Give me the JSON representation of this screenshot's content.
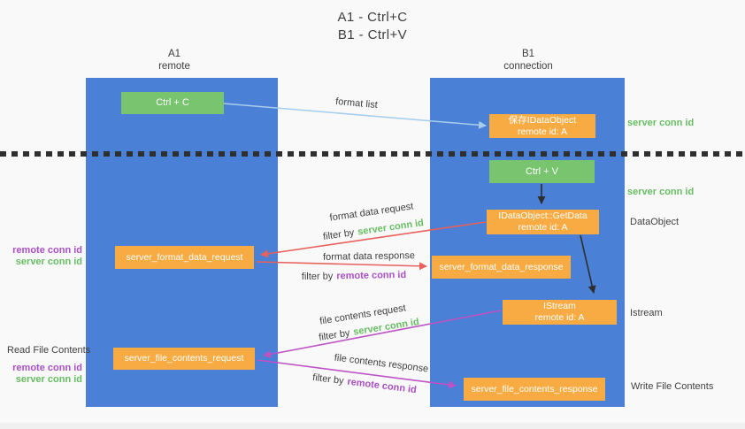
{
  "title": {
    "line1": "A1 - Ctrl+C",
    "line2": "B1 - Ctrl+V"
  },
  "lanes": {
    "left": {
      "name": "A1",
      "role": "remote"
    },
    "right": {
      "name": "B1",
      "role": "connection"
    }
  },
  "nodes": {
    "ctrl_c": {
      "label": "Ctrl + C"
    },
    "save_dataobject": {
      "line1": "保存IDataObject",
      "line2": "remote id: A"
    },
    "ctrl_v": {
      "label": "Ctrl + V"
    },
    "getdata": {
      "line1": "IDataObject::GetData",
      "line2": "remote id: A"
    },
    "istream": {
      "line1": "IStream",
      "line2": "remote id: A"
    },
    "format_request": {
      "label": "server_format_data_request"
    },
    "format_response": {
      "label": "server_format_data_response"
    },
    "file_request": {
      "label": "server_file_contents_request"
    },
    "file_response": {
      "label": "server_file_contents_response"
    }
  },
  "arrow_labels": {
    "format_list": "format list",
    "format_data_request": "format data request",
    "format_data_request_filter": {
      "prefix": "filter by",
      "value": "server conn id"
    },
    "format_data_response": "format data response",
    "format_data_response_filter": {
      "prefix": "filter by",
      "value": "remote conn id"
    },
    "file_contents_request": "file contents request",
    "file_contents_request_filter": {
      "prefix": "filter by",
      "value": "server conn id"
    },
    "file_contents_response": "file contents response",
    "file_contents_response_filter": {
      "prefix": "filter by",
      "value": "remote conn id"
    }
  },
  "side_labels": {
    "server_conn_id_top": "server conn id",
    "server_conn_id_mid": "server conn id",
    "dataobject": "DataObject",
    "istream": "Istream",
    "write_file_contents": "Write File Contents",
    "read_file_contents": "Read File Contents",
    "mid_left": {
      "remote_conn_id": "remote conn id",
      "server_conn_id": "server conn id"
    },
    "bottom_left": {
      "remote_conn_id": "remote conn id",
      "server_conn_id": "server conn id"
    }
  },
  "colors": {
    "lane_blue": "#4a80d6",
    "node_orange": "#f8ab42",
    "node_green": "#79c46f",
    "arrow_red": "#e8615c",
    "arrow_magenta": "#bd53c4",
    "arrow_light_blue": "#a7cdec",
    "arrow_black": "#2d2d2d",
    "text_green": "#67bd62",
    "text_purple": "#aa4fc6",
    "text_dark": "#3f3f3f",
    "background": "#f9f9f9"
  }
}
